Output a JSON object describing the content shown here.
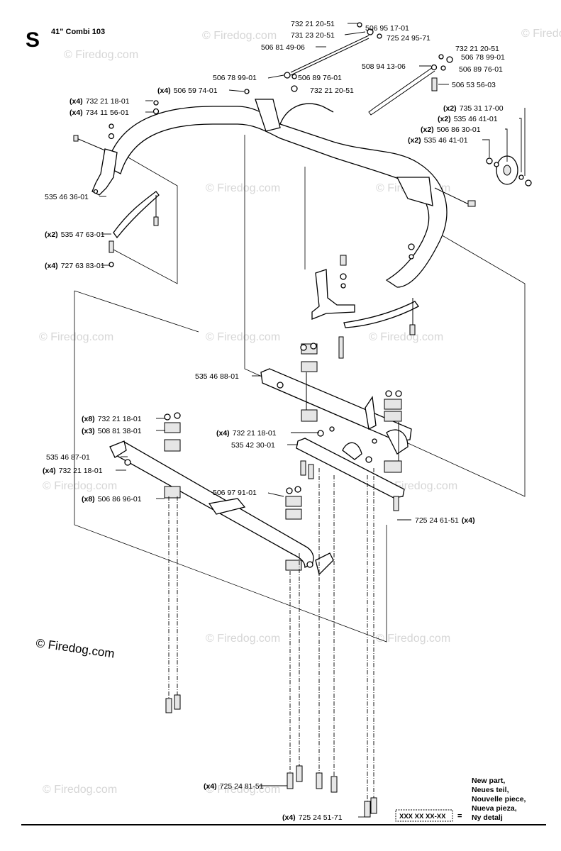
{
  "header": {
    "section_letter": "S",
    "model": "41\" Combi 103"
  },
  "watermark": {
    "text": "© Firedog.com",
    "large_text": "© Firedog.com"
  },
  "labels": {
    "l01": {
      "qty": "",
      "part": "732 21 20-51"
    },
    "l02": {
      "qty": "",
      "part": "506 95 17-01"
    },
    "l03": {
      "qty": "",
      "part": "731 23 20-51"
    },
    "l04": {
      "qty": "",
      "part": "725 24 95-71"
    },
    "l05": {
      "qty": "",
      "part": "506 81 49-06"
    },
    "l06": {
      "qty": "",
      "part": "732 21 20-51"
    },
    "l07": {
      "qty": "",
      "part": "506 78 99-01"
    },
    "l08": {
      "qty": "",
      "part": "508 94 13-06"
    },
    "l09": {
      "qty": "",
      "part": "506 89 76-01"
    },
    "l10": {
      "qty": "",
      "part": "506 78 99-01"
    },
    "l11": {
      "qty": "",
      "part": "506 89 76-01"
    },
    "l12": {
      "qty": "(x4)",
      "part": "506 59 74-01"
    },
    "l13": {
      "qty": "",
      "part": "732 21 20-51"
    },
    "l14": {
      "qty": "",
      "part": "506 53 56-03"
    },
    "l15": {
      "qty": "(x4)",
      "part": "732 21 18-01"
    },
    "l16": {
      "qty": "(x4)",
      "part": "734 11 56-01"
    },
    "l17": {
      "qty": "(x2)",
      "part": "735 31 17-00"
    },
    "l18": {
      "qty": "(x2)",
      "part": "535 46 41-01"
    },
    "l19": {
      "qty": "(x2)",
      "part": "506 86 30-01"
    },
    "l20": {
      "qty": "(x2)",
      "part": "535 46 41-01"
    },
    "l21": {
      "qty": "",
      "part": "535 46 36-01"
    },
    "l22": {
      "qty": "(x2)",
      "part": "535 47 63-01"
    },
    "l23": {
      "qty": "(x4)",
      "part": "727 63 83-01"
    },
    "l24": {
      "qty": "",
      "part": "535 46 88-01"
    },
    "l25": {
      "qty": "(x8)",
      "part": "732 21 18-01"
    },
    "l26": {
      "qty": "(x3)",
      "part": "508 81 38-01"
    },
    "l27": {
      "qty": "(x4)",
      "part": "732 21 18-01"
    },
    "l28": {
      "qty": "",
      "part": "535 42 30-01"
    },
    "l29": {
      "qty": "",
      "part": "535 46 87-01"
    },
    "l30": {
      "qty": "(x4)",
      "part": "732 21 18-01"
    },
    "l31": {
      "qty": "",
      "part": "506 97 91-01"
    },
    "l32": {
      "qty": "(x8)",
      "part": "506 86 96-01"
    },
    "l33": {
      "part": "725 24 61-51",
      "qty": "(x4)"
    },
    "l34": {
      "qty": "(x4)",
      "part": "725 24 81-51"
    },
    "l35": {
      "qty": "(x4)",
      "part": "725 24 51-71"
    }
  },
  "legend": {
    "box_text": "XXX XX XX-XX",
    "equals": "=",
    "lines": [
      "New part,",
      "Neues teil,",
      "Nouvelle piece,",
      "Nueva pieza,",
      "Ny detalj"
    ]
  }
}
